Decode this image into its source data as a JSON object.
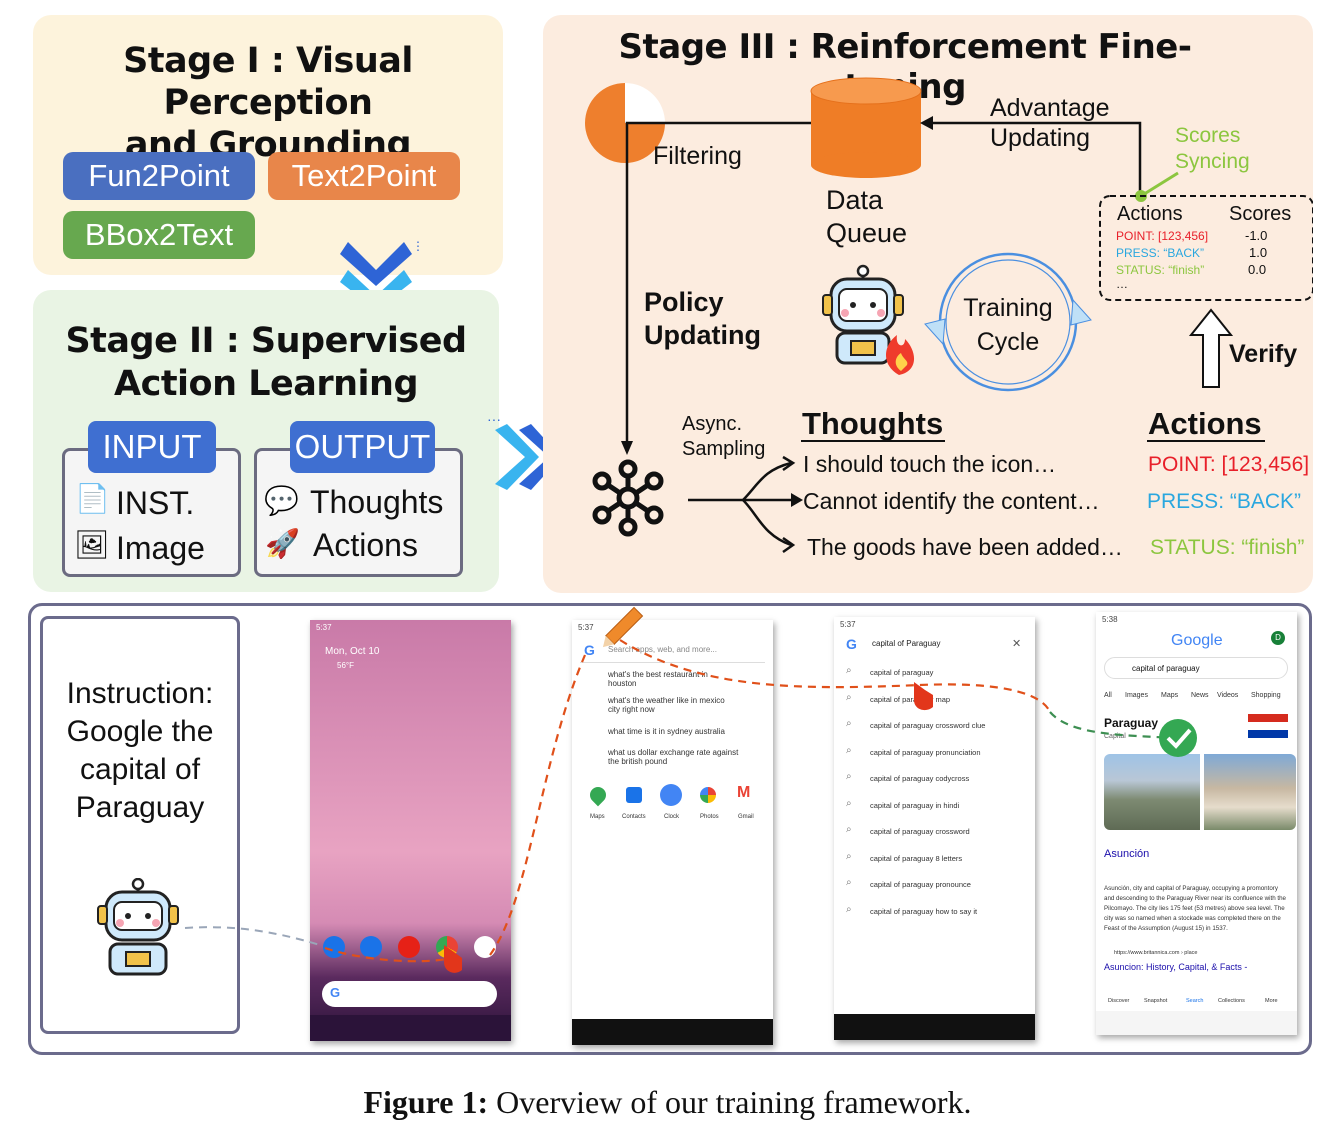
{
  "stage1": {
    "title_line1": "Stage I : Visual Perception",
    "title_line2": "and Grounding",
    "tasks": [
      "Fun2Point",
      "Text2Point",
      "BBox2Text"
    ],
    "colors": {
      "fun2point": "#4a6fc0",
      "text2point": "#e8864a",
      "bbox2text": "#67a84f",
      "bg": "#fdf3dc"
    }
  },
  "stage2": {
    "title_line1": "Stage II : Supervised",
    "title_line2": "Action Learning",
    "input_label": "INPUT",
    "output_label": "OUTPUT",
    "input_items": [
      "INST.",
      "Image"
    ],
    "output_items": [
      "Thoughts",
      "Actions"
    ],
    "bg": "#e9f4e4"
  },
  "stage3": {
    "title": "Stage III : Reinforcement Fine-tuning",
    "bg": "#fcecdf",
    "filtering": "Filtering",
    "data_queue_1": "Data",
    "data_queue_2": "Queue",
    "advantage_1": "Advantage",
    "advantage_2": "Updating",
    "scores_syncing_1": "Scores",
    "scores_syncing_2": "Syncing",
    "policy_1": "Policy",
    "policy_2": "Updating",
    "training_1": "Training",
    "training_2": "Cycle",
    "verify": "Verify",
    "async_1": "Async.",
    "async_2": "Sampling",
    "thoughts_header": "Thoughts",
    "actions_header": "Actions",
    "thoughts": [
      "I should touch the icon…",
      "Cannot identify the content…",
      "The goods have been added…"
    ],
    "actions": [
      "POINT: [123,456]",
      "PRESS: “BACK”",
      "STATUS: “finish”"
    ],
    "action_colors": [
      "#e8202a",
      "#2aa7df",
      "#8cc63f"
    ],
    "score_table": {
      "col_actions": "Actions",
      "col_scores": "Scores",
      "rows": [
        {
          "action": "POINT: [123,456]",
          "score": "-1.0"
        },
        {
          "action": "PRESS: “BACK”",
          "score": "1.0"
        },
        {
          "action": "STATUS: “finish”",
          "score": "0.0"
        }
      ],
      "more": "…"
    }
  },
  "bottom": {
    "instruction_lines": [
      "Instruction:",
      "Google the",
      "capital of",
      "Paraguay"
    ]
  },
  "phone1": {
    "time": "5:37",
    "date": "Mon, Oct 10",
    "weather": "56°F"
  },
  "phone2": {
    "time": "5:37",
    "placeholder": "Search apps, web, and more...",
    "suggestions": [
      "what's the best restaurant in houston",
      "what's the weather like in mexico city right now",
      "what time is it in sydney australia",
      "what us dollar exchange rate against the british pound"
    ],
    "apps": [
      "Maps",
      "Contacts",
      "Clock",
      "Photos",
      "Gmail"
    ]
  },
  "phone3": {
    "time": "5:37",
    "query": "capital of Paraguay",
    "suggestions": [
      "capital of paraguay",
      "capital of paraguay map",
      "capital of paraguay crossword clue",
      "capital of paraguay pronunciation",
      "capital of paraguay codycross",
      "capital of paraguay in hindi",
      "capital of paraguay crossword",
      "capital of paraguay 8 letters",
      "capital of paraguay pronounce",
      "capital of paraguay how to say it"
    ]
  },
  "phone4": {
    "time": "5:38",
    "logo": "Google",
    "avatar": "D",
    "query": "capital of paraguay",
    "tabs": [
      "All",
      "Images",
      "Maps",
      "News",
      "Videos",
      "Shopping"
    ],
    "entity": "Paraguay",
    "entity_sub": "Capital",
    "answer": "Asunción",
    "snippet": "Asunción, city and capital of Paraguay, occupying a promontory and descending to the Paraguay River near its confluence with the Pilcomayo. The city lies 175 feet (53 metres) above sea level. The city was so named when a stockade was completed there on the Feast of the Assumption (August 15) in 1537.",
    "source": "https://www.britannica.com › place",
    "link": "Asuncion: History, Capital, & Facts -",
    "bottom_nav": [
      "Discover",
      "Snapshot",
      "Search",
      "Collections",
      "More"
    ]
  },
  "caption": {
    "label": "Figure 1:",
    "text": "Overview of our training framework."
  }
}
